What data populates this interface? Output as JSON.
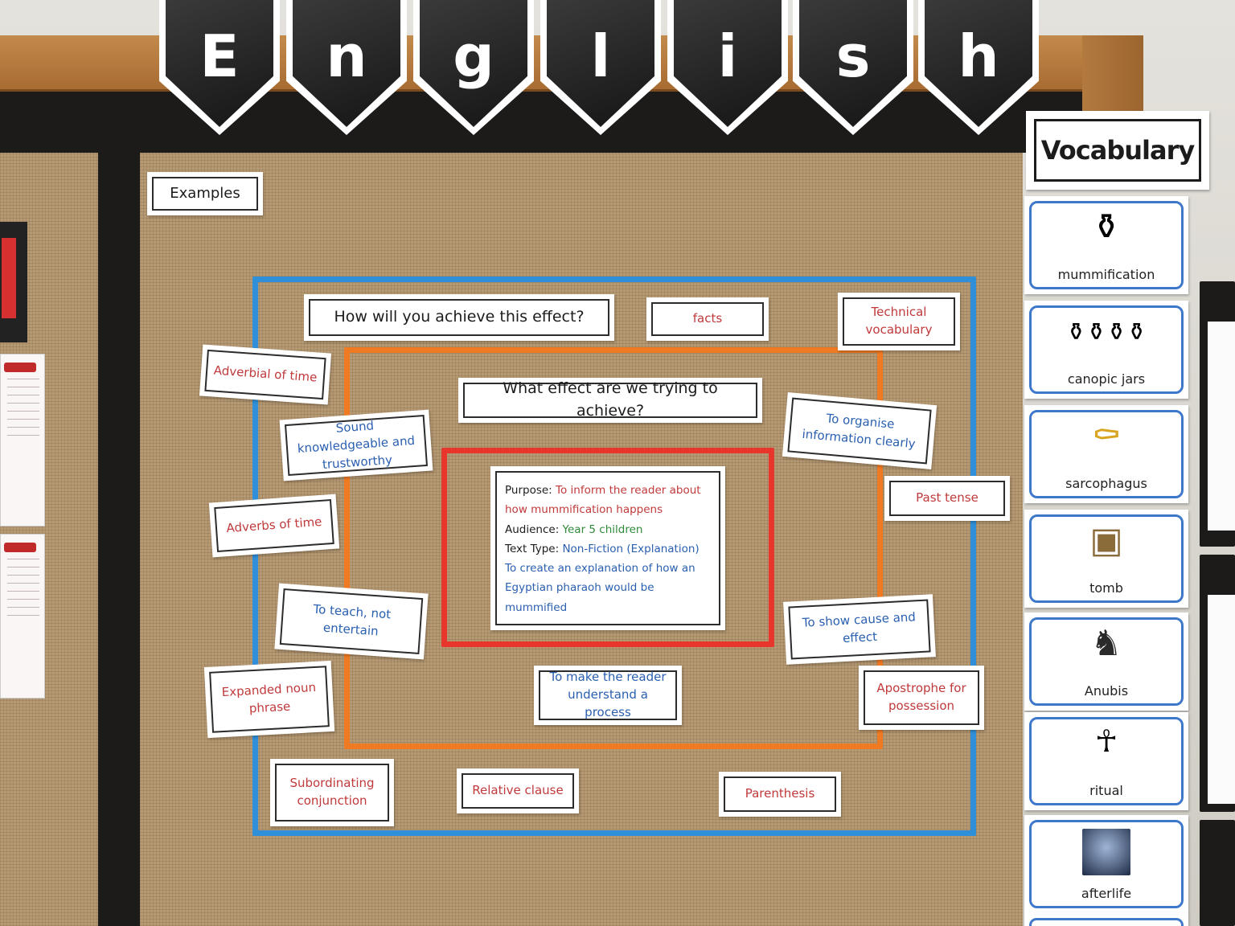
{
  "banner": {
    "letters": [
      "E",
      "n",
      "g",
      "l",
      "i",
      "s",
      "h"
    ]
  },
  "vocabulary": {
    "title": "Vocabulary",
    "items": [
      {
        "word": "mummification",
        "icon": "mummy-icon"
      },
      {
        "word": "canopic jars",
        "icon": "canopic-jars-icon"
      },
      {
        "word": "sarcophagus",
        "icon": "sarcophagus-icon"
      },
      {
        "word": "tomb",
        "icon": "tomb-icon"
      },
      {
        "word": "Anubis",
        "icon": "anubis-icon"
      },
      {
        "word": "ritual",
        "icon": "ritual-icon"
      },
      {
        "word": "afterlife",
        "icon": "afterlife-icon"
      }
    ]
  },
  "board": {
    "examples_label": "Examples",
    "question_how": "How will you achieve this effect?",
    "question_what": "What effect are we trying to achieve?",
    "center": {
      "purpose_label": "Purpose:",
      "purpose_value": "To inform the reader about how mummification happens",
      "audience_label": "Audience:",
      "audience_value": "Year 5 children",
      "text_type_label": "Text Type:",
      "text_type_value": "Non-Fiction (Explanation)",
      "goal": "To create an explanation of how an Egyptian pharaoh would be mummified"
    },
    "effects": {
      "sound_knowledgeable": "Sound knowledgeable and trustworthy",
      "organise": "To organise information clearly",
      "teach": "To teach, not entertain",
      "cause_effect": "To show cause and effect",
      "understand": "To make the reader understand a process"
    },
    "techniques": {
      "facts": "facts",
      "technical_vocab": "Technical vocabulary",
      "adverbial_time": "Adverbial of time",
      "past_tense": "Past tense",
      "adverbs_time": "Adverbs of time",
      "expanded_noun": "Expanded noun phrase",
      "apostrophe": "Apostrophe for possession",
      "subordinating": "Subordinating conjunction",
      "relative": "Relative clause",
      "parenthesis": "Parenthesis"
    }
  },
  "colors": {
    "tape_outer": "#2f8fd8",
    "tape_middle": "#f07a22",
    "tape_inner": "#e8362c",
    "technique_text": "#c0393b",
    "effect_text": "#2a5fb0",
    "audience_text": "#2f8a3a"
  }
}
